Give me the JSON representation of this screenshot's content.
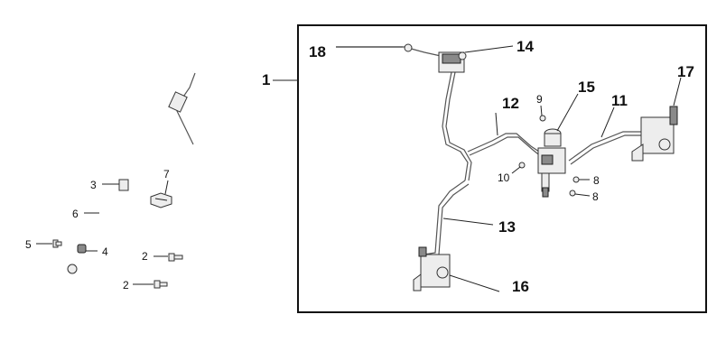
{
  "callouts": {
    "c1": "1",
    "c2a": "2",
    "c2b": "2",
    "c3": "3",
    "c4": "4",
    "c5": "5",
    "c6": "6",
    "c7": "7",
    "c8a": "8",
    "c8b": "8",
    "c9": "9",
    "c10": "10",
    "c11": "11",
    "c12": "12",
    "c13": "13",
    "c14": "14",
    "c15": "15",
    "c16": "16",
    "c17": "17",
    "c18": "18"
  },
  "colors": {
    "line": "#222222",
    "part_fill": "#ededed",
    "background": "#ffffff"
  }
}
